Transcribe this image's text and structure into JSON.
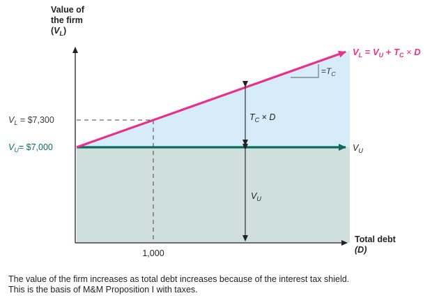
{
  "chart_data": {
    "type": "line",
    "y_axis_title": [
      "Value of",
      "the firm"
    ],
    "y_axis_symbol": {
      "open": "(",
      "var": "V",
      "sub": "L",
      "close": ")"
    },
    "x_axis_title": "Total debt",
    "x_axis_symbol": "(D)",
    "x_tick_labels": [
      "1,000"
    ],
    "y_tick_labels": [
      {
        "var": "V",
        "sub": "L",
        "text": " = $7,300",
        "color": "#3a3a3a",
        "value": 7300
      },
      {
        "var": "V",
        "sub": "U",
        "text": "= $7,000",
        "color": "#0b6a5a",
        "value": 7000
      }
    ],
    "x_marker": 1000,
    "series": [
      {
        "name": "V_L = V_U + T_C × D",
        "color": "#e8318a",
        "x": [
          0,
          1000
        ],
        "y": [
          7000,
          7300
        ]
      },
      {
        "name": "V_U",
        "color": "#0b6a5a",
        "x": [
          0,
          1000
        ],
        "y": [
          7000,
          7000
        ]
      }
    ],
    "annotations": {
      "line_label_vl": {
        "parts": [
          "V",
          "L",
          " = ",
          "V",
          "U",
          " + ",
          "T",
          "C",
          " × ",
          "D"
        ]
      },
      "line_label_vu": {
        "var": "V",
        "sub": "U"
      },
      "slope_label": {
        "eq": "=",
        "var": "T",
        "sub": "C"
      },
      "tax_shield_label": {
        "var": "T",
        "sub": "C",
        "times": " × ",
        "d": "D"
      },
      "unlevered_label": {
        "var": "V",
        "sub": "U"
      }
    },
    "colors": {
      "levered_fill": "#d6ecf8",
      "unlevered_fill": "#cfe0dc",
      "axis": "#222222",
      "vl_line": "#e8318a",
      "vu_line": "#0b6a5a"
    }
  },
  "caption": [
    "The value of the firm increases as total debt increases because of the interest tax shield.",
    "This is the basis of M&M Proposition I with taxes."
  ]
}
